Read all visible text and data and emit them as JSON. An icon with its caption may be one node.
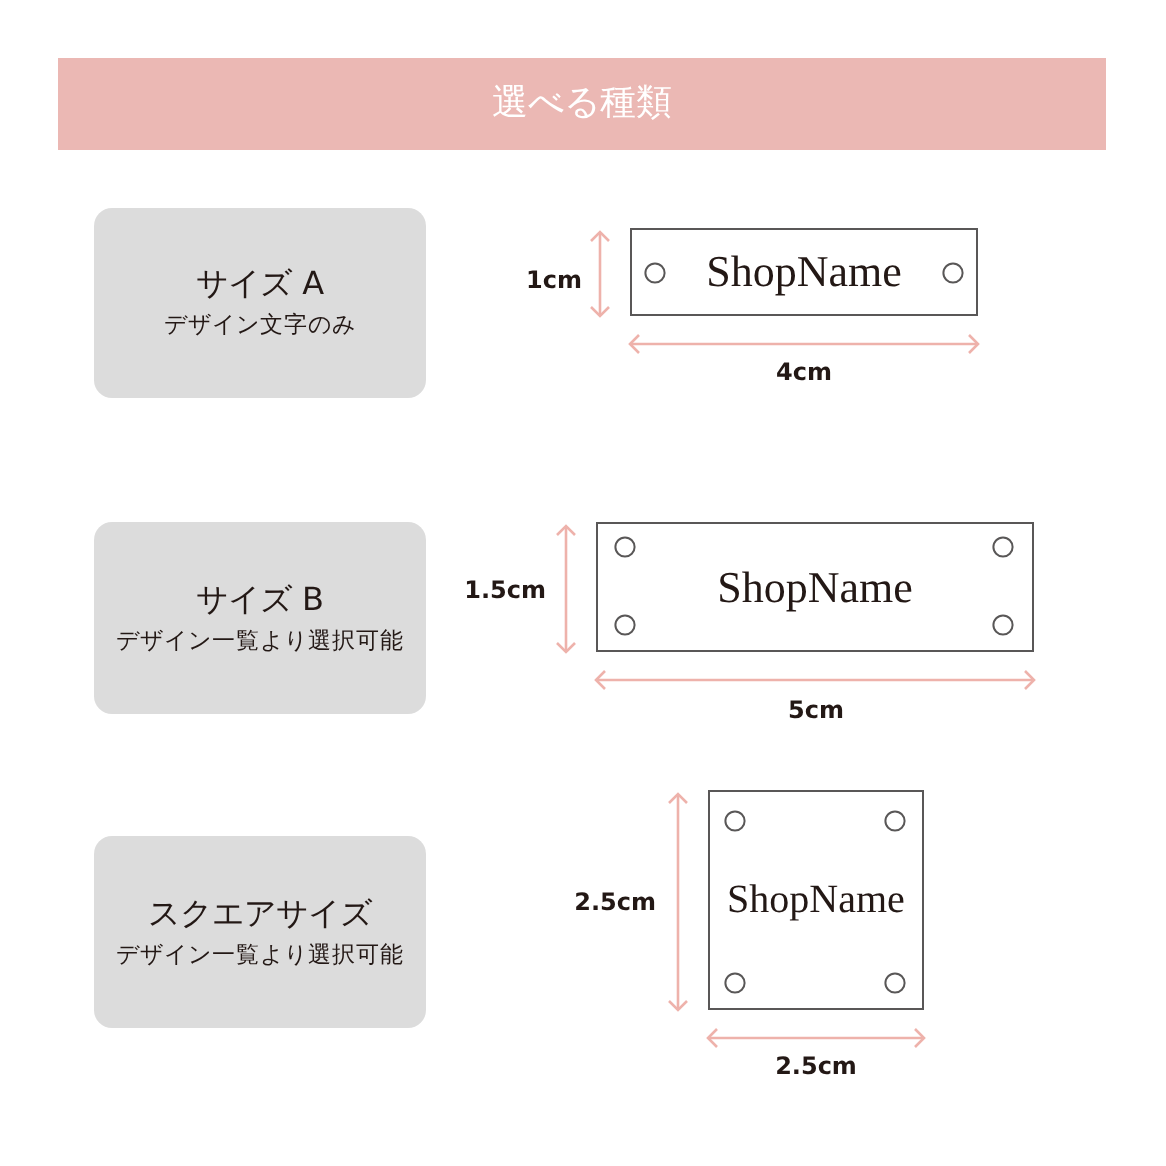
{
  "diagram": {
    "title": "選べる種類",
    "nodes": [
      {
        "text": [
          "サイズ A",
          "デザイン文字のみ"
        ]
      },
      {
        "text": [
          "ShopName"
        ]
      },
      {
        "text": [
          "サイズ B",
          "デザイン一覧より選択可能"
        ]
      },
      {
        "text": [
          "ShopName"
        ]
      },
      {
        "text": [
          "スクエアサイズ",
          "デザイン一覧より選択可能"
        ]
      },
      {
        "text": [
          "ShopName"
        ]
      }
    ],
    "labels": [
      "1cm",
      "4cm",
      "1.5cm",
      "5cm",
      "2.5cm",
      "2.5cm"
    ]
  }
}
